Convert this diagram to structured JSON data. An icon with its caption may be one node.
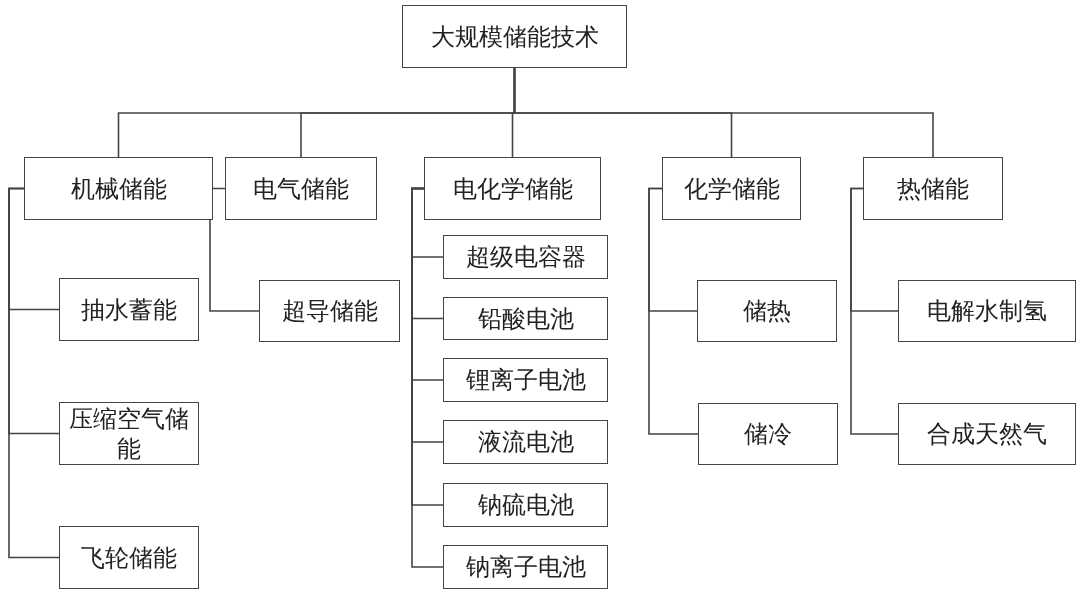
{
  "diagram": {
    "nodes": [
      {
        "text": [
          "大规模储能技术"
        ]
      },
      {
        "text": [
          "机械储能"
        ]
      },
      {
        "text": [
          "电气储能"
        ]
      },
      {
        "text": [
          "电化学储能"
        ]
      },
      {
        "text": [
          "化学储能"
        ]
      },
      {
        "text": [
          "热储能"
        ]
      },
      {
        "text": [
          "抽水蓄能"
        ]
      },
      {
        "text": [
          "压缩空气储能"
        ]
      },
      {
        "text": [
          "飞轮储能"
        ]
      },
      {
        "text": [
          "超导储能"
        ]
      },
      {
        "text": [
          "超级电容器"
        ]
      },
      {
        "text": [
          "铅酸电池"
        ]
      },
      {
        "text": [
          "锂离子电池"
        ]
      },
      {
        "text": [
          "液流电池"
        ]
      },
      {
        "text": [
          "钠硫电池"
        ]
      },
      {
        "text": [
          "钠离子电池"
        ]
      },
      {
        "text": [
          "储热"
        ]
      },
      {
        "text": [
          "储冷"
        ]
      },
      {
        "text": [
          "电解水制氢"
        ]
      },
      {
        "text": [
          "合成天然气"
        ]
      }
    ],
    "edges": [
      {
        "from": 0,
        "to": 1,
        "arrow": "none"
      },
      {
        "from": 0,
        "to": 2,
        "arrow": "none"
      },
      {
        "from": 0,
        "to": 3,
        "arrow": "none"
      },
      {
        "from": 0,
        "to": 4,
        "arrow": "none"
      },
      {
        "from": 0,
        "to": 5,
        "arrow": "none"
      },
      {
        "from": 1,
        "to": 6,
        "arrow": "none"
      },
      {
        "from": 1,
        "to": 7,
        "arrow": "none"
      },
      {
        "from": 1,
        "to": 8,
        "arrow": "none"
      },
      {
        "from": 2,
        "to": 9,
        "arrow": "none"
      },
      {
        "from": 3,
        "to": 10,
        "arrow": "none"
      },
      {
        "from": 3,
        "to": 11,
        "arrow": "none"
      },
      {
        "from": 3,
        "to": 12,
        "arrow": "none"
      },
      {
        "from": 3,
        "to": 13,
        "arrow": "none"
      },
      {
        "from": 3,
        "to": 14,
        "arrow": "none"
      },
      {
        "from": 3,
        "to": 15,
        "arrow": "none"
      },
      {
        "from": 4,
        "to": 16,
        "arrow": "none"
      },
      {
        "from": 4,
        "to": 17,
        "arrow": "none"
      },
      {
        "from": 5,
        "to": 18,
        "arrow": "none"
      },
      {
        "from": 5,
        "to": 19,
        "arrow": "none"
      }
    ]
  }
}
